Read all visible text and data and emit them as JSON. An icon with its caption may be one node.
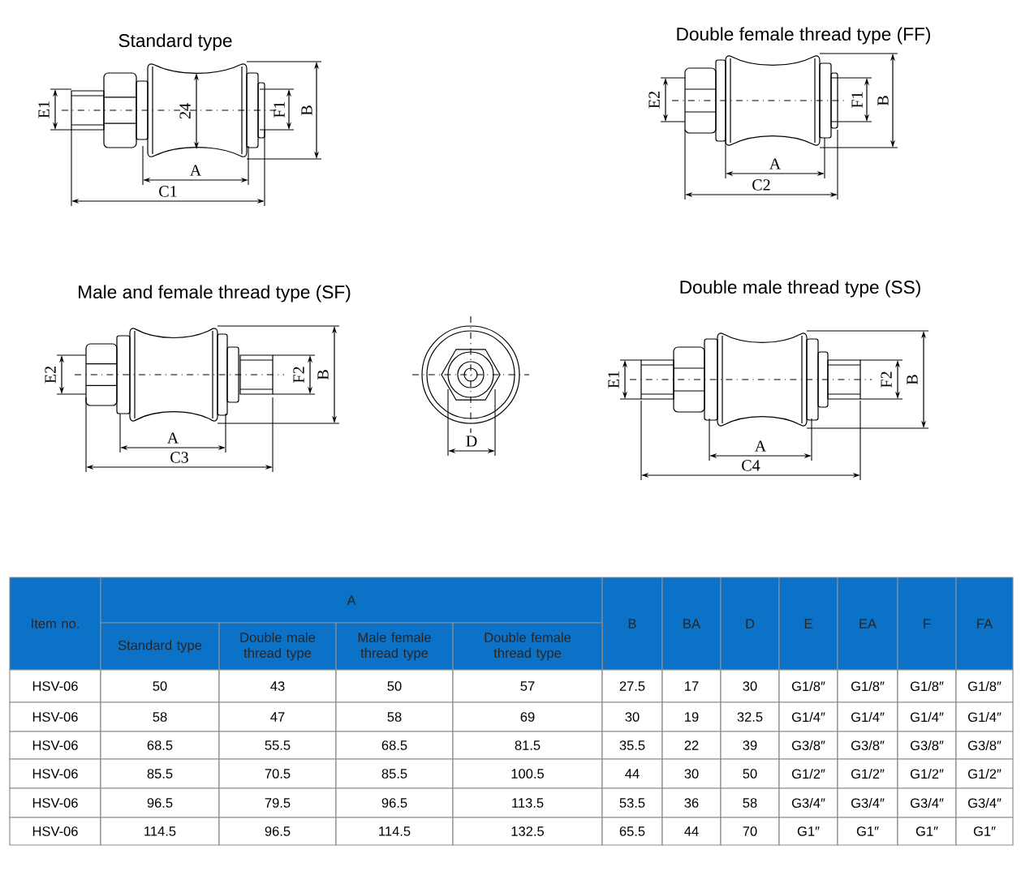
{
  "diagram": {
    "labels": [
      "Standard type",
      "E1",
      "24",
      "F1",
      "B",
      "A",
      "C1",
      "Double female thread type (FF)",
      "E2",
      "F1",
      "B",
      "A",
      "C2",
      "Male and female thread type (SF)",
      "E2",
      "F2",
      "B",
      "A",
      "C3",
      "D",
      "Double male thread type (SS)",
      "E1",
      "F2",
      "B",
      "A",
      "C4",
      "Item no.",
      "A",
      "B",
      "BA",
      "D",
      "E",
      "EA",
      "F",
      "FA",
      "Standard type",
      "Double male thread type",
      "Male female thread type",
      "Double female thread type",
      "HSV-06",
      "50",
      "43",
      "50",
      "57",
      "27.5",
      "17",
      "30",
      "G1/8″",
      "G1/8″",
      "G1/8″",
      "G1/8″",
      "HSV-06",
      "58",
      "47",
      "58",
      "69",
      "30",
      "19",
      "32.5",
      "G1/4″",
      "G1/4″",
      "G1/4″",
      "G1/4″",
      "HSV-06",
      "68.5",
      "55.5",
      "68.5",
      "81.5",
      "35.5",
      "22",
      "39",
      "G3/8″",
      "G3/8″",
      "G3/8″",
      "G3/8″",
      "HSV-06",
      "85.5",
      "70.5",
      "85.5",
      "100.5",
      "44",
      "30",
      "50",
      "G1/2″",
      "G1/2″",
      "G1/2″",
      "G1/2″",
      "HSV-06",
      "96.5",
      "79.5",
      "96.5",
      "113.5",
      "53.5",
      "36",
      "58",
      "G3/4″",
      "G3/4″",
      "G3/4″",
      "G3/4″",
      "HSV-06",
      "114.5",
      "96.5",
      "114.5",
      "132.5",
      "65.5",
      "44",
      "70",
      "G1″",
      "G1″",
      "G1″",
      "G1″"
    ]
  }
}
